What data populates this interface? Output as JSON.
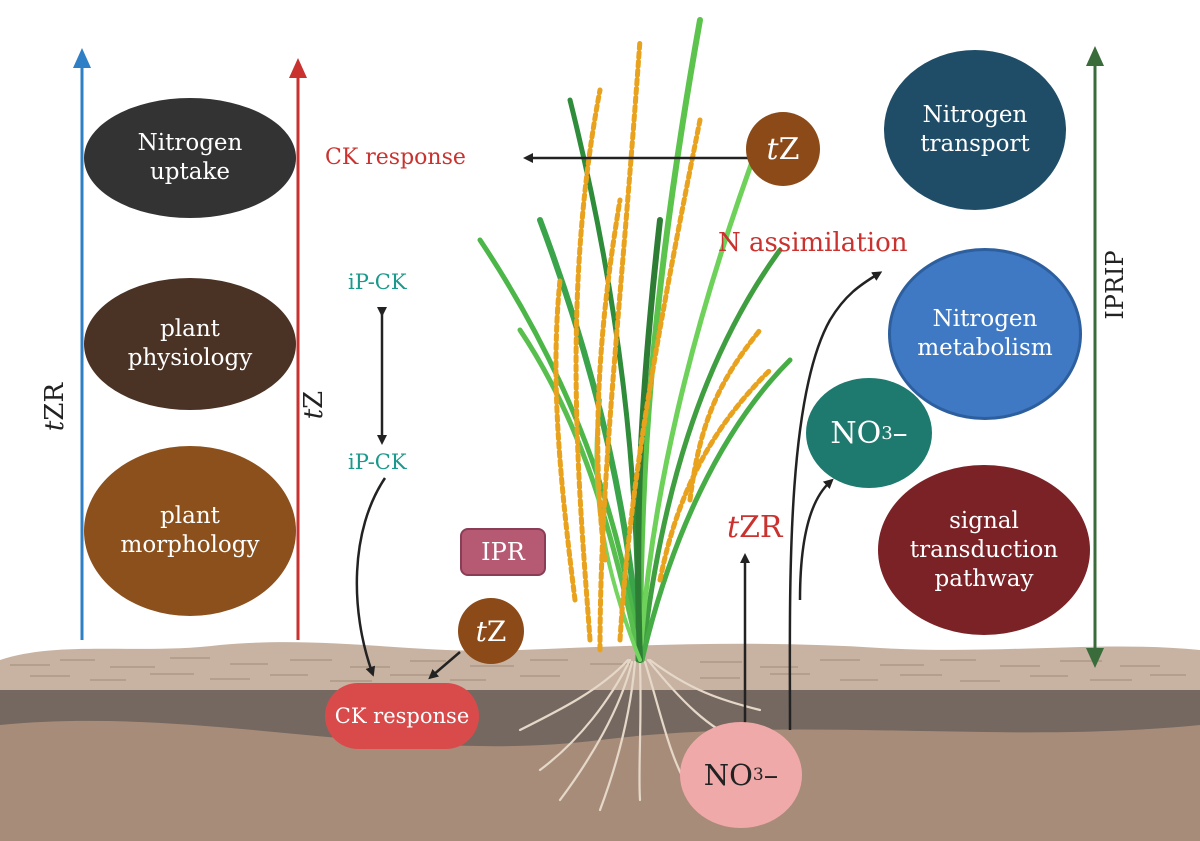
{
  "left_ellipses": [
    {
      "label": "Nitrogen\nuptake",
      "color": "#333333"
    },
    {
      "label": "plant\nphysiology",
      "color": "#4a3225"
    },
    {
      "label": "plant\nmorphology",
      "color": "#8b501c"
    }
  ],
  "right_ellipses": [
    {
      "label": "Nitrogen\ntransport",
      "color": "#1f4d68"
    },
    {
      "label": "Nitrogen\nmetabolism",
      "color": "#3f79c4"
    },
    {
      "label": "signal\ntransduction\npathway",
      "color": "#7b2226"
    }
  ],
  "axes": {
    "tzr": {
      "italic": "t",
      "rest": "ZR",
      "color": "#2f7fc6"
    },
    "tz": {
      "italic": "t",
      "rest": "Z",
      "color": "#c9322e"
    },
    "iprip": {
      "label": "IPRIP",
      "color": "#3a6b3a"
    }
  },
  "labels": {
    "ck_response_top": "CK response",
    "ck_response_bottom": "CK response",
    "ip_ck_top": "iP-CK",
    "ip_ck_bottom": "iP-CK",
    "ipr": "IPR",
    "n_assimilation": "N assimilation",
    "tzr_mid_italic": "t",
    "tzr_mid_rest": "ZR",
    "tz_circle_top_italic": "t",
    "tz_circle_top_rest": "Z",
    "tz_circle_bottom_italic": "t",
    "tz_circle_bottom_rest": "Z",
    "no3_base": "NO",
    "no3_sub": "3",
    "no3_sign": "–"
  },
  "colors": {
    "red_text": "#c9322e",
    "teal_text": "#1a9a8c",
    "tz_circle": "#8b4a17",
    "no3_teal": "#1e7a6e",
    "no3_pink": "#f0a9a9",
    "ck_box": "#d94b4b",
    "ipr_box": "#b65a74",
    "soil_surface": "#c8b3a2",
    "soil_dark": "#746860",
    "soil_mid": "#8c7c6e",
    "soil_light": "#a88c7a"
  }
}
